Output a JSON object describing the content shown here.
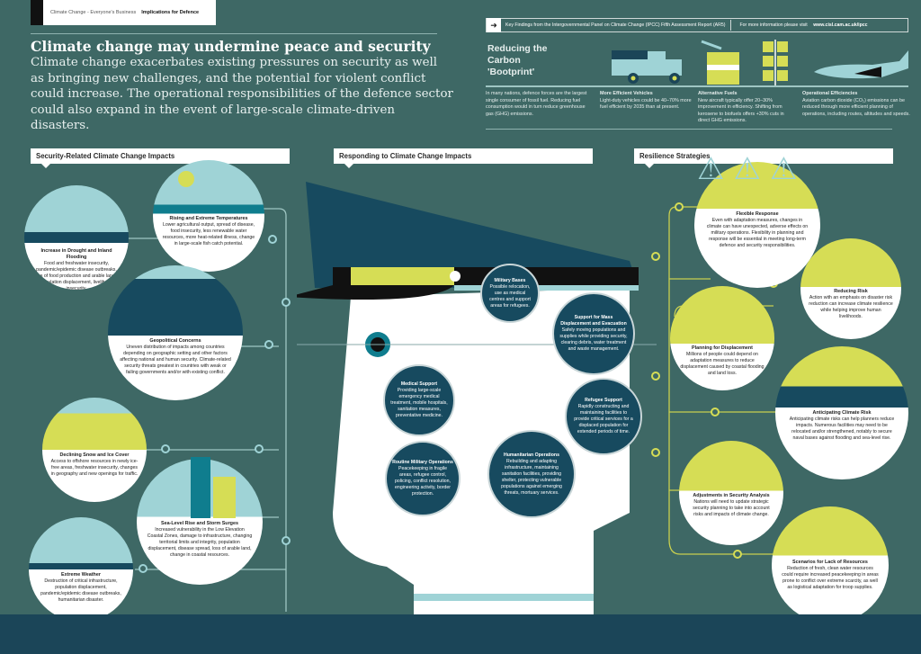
{
  "header": {
    "series": "Climate Change - Everyone's Business",
    "topic": "Implications for Defence"
  },
  "headline": {
    "title": "Climate change may undermine peace and security",
    "body": "Climate change exacerbates existing pressures on security as well as bringing new challenges, and the potential for violent conflict could increase. The operational responsibilities of the defence sector could also expand in the event of large-scale climate-driven disasters."
  },
  "ipcc": {
    "findings": "Key Findings from the Intergovernmental Panel on Climate Change (IPCC) Fifth Assessment Report (AR5)",
    "more_info": "For more information please visit",
    "url": "www.cisl.cam.ac.uk/ipcc"
  },
  "carbon": {
    "title": "Reducing the Carbon 'Bootprint'",
    "intro": "In many nations, defence forces are the largest single consumer of fossil fuel. Reducing fuel consumption would in turn reduce greenhouse gas (GHG) emissions.",
    "items": [
      {
        "title": "More Efficient Vehicles",
        "body": "Light-duty vehicles could be 40–70% more fuel efficient by 2035 than at present."
      },
      {
        "title": "Alternative Fuels",
        "body": "New aircraft typically offer 20–30% improvement in efficiency. Shifting from kerosene to biofuels offers +30% cuts in direct GHG emissions."
      },
      {
        "title": "Operational Efficiencies",
        "body": "Aviation carbon dioxide (CO₂) emissions can be reduced through more efficient planning of operations, including routes, altitudes and speeds."
      }
    ]
  },
  "sections": {
    "impacts": "Security-Related Climate Change Impacts",
    "responding": "Responding to Climate Change Impacts",
    "resilience": "Resilience Strategies"
  },
  "impacts": [
    {
      "title": "Increase in Drought and Inland Flooding",
      "body": "Food and freshwater insecurity, pandemic/epidemic disease outbreaks, loss of food production and arable lands, population displacement, livelihood insecurity."
    },
    {
      "title": "Rising and Extreme Temperatures",
      "body": "Lower agricultural output, spread of disease, food insecurity, less renewable water resources, more heat-related illness, change in large-scale fish catch potential."
    },
    {
      "title": "Geopolitical Concerns",
      "body": "Uneven distribution of impacts among countries depending on geographic setting and other factors affecting national and human security. Climate-related security threats greatest in countries with weak or failing governments and/or with existing conflict."
    },
    {
      "title": "Declining Snow and Ice Cover",
      "body": "Access to offshore resources in newly ice-free areas, freshwater insecurity, changes in geography and new openings for traffic."
    },
    {
      "title": "Sea-Level Rise and Storm Surges",
      "body": "Increased vulnerability in the Low Elevation Coastal Zones, damage to infrastructure, changing territorial limits and integrity, population displacement, disease spread, loss of arable land, change in coastal resources."
    },
    {
      "title": "Extreme Weather",
      "body": "Destruction of critical infrastructure, population displacement, pandemic/epidemic disease outbreaks, humanitarian disaster."
    }
  ],
  "responses": [
    {
      "title": "Military Bases",
      "body": "Possible relocation, use as medical centres and support areas for refugees."
    },
    {
      "title": "Support for Mass Displacement and Evacuation",
      "body": "Safely moving populations and supplies while providing security, clearing debris, water treatment and waste management."
    },
    {
      "title": "Medical Support",
      "body": "Providing large-scale emergency medical treatment, mobile hospitals, sanitation measures, preventative medicine."
    },
    {
      "title": "Refugee Support",
      "body": "Rapidly constructing and maintaining facilities to provide critical services for a displaced population for extended periods of time."
    },
    {
      "title": "Routine Military Operations",
      "body": "Peacekeeping in fragile areas, refugee control, policing, conflict resolution, engineering activity, border protection."
    },
    {
      "title": "Humanitarian Operations",
      "body": "Rebuilding and adapting infrastructure, maintaining sanitation facilities, providing shelter, protecting vulnerable populations against emerging threats, mortuary services."
    }
  ],
  "resilience": [
    {
      "title": "Flexible Response",
      "body": "Even with adaptation measures, changes in climate can have unexpected, adverse effects on military operations. Flexibility in planning and response will be essential in meeting long-term defence and security responsibilities."
    },
    {
      "title": "Reducing Risk",
      "body": "Action with an emphasis on disaster risk reduction can increase climate resilience while helping improve human livelihoods."
    },
    {
      "title": "Planning for Displacement",
      "body": "Millions of people could depend on adaptation measures to reduce displacement caused by coastal flooding and land loss."
    },
    {
      "title": "Anticipating Climate Risk",
      "body": "Anticipating climate risks can help planners reduce impacts. Numerous facilities may need to be relocated and/or strengthened, notably to secure naval bases against flooding and sea-level rise."
    },
    {
      "title": "Adjustments in Security Analysis",
      "body": "Nations will need to update strategic security planning to take into account risks and impacts of climate change."
    },
    {
      "title": "Scenarios for Lack of Resources",
      "body": "Reduction of fresh, clean water resources could require increased peacekeeping in areas prone to conflict over extreme scarcity, as well as logistical adaptation for troop supplies."
    }
  ],
  "colors": {
    "bg": "#3e6865",
    "navy": "#174a5f",
    "teal": "#9fd3d6",
    "lime": "#d6dd55",
    "band": "#1b4558"
  }
}
